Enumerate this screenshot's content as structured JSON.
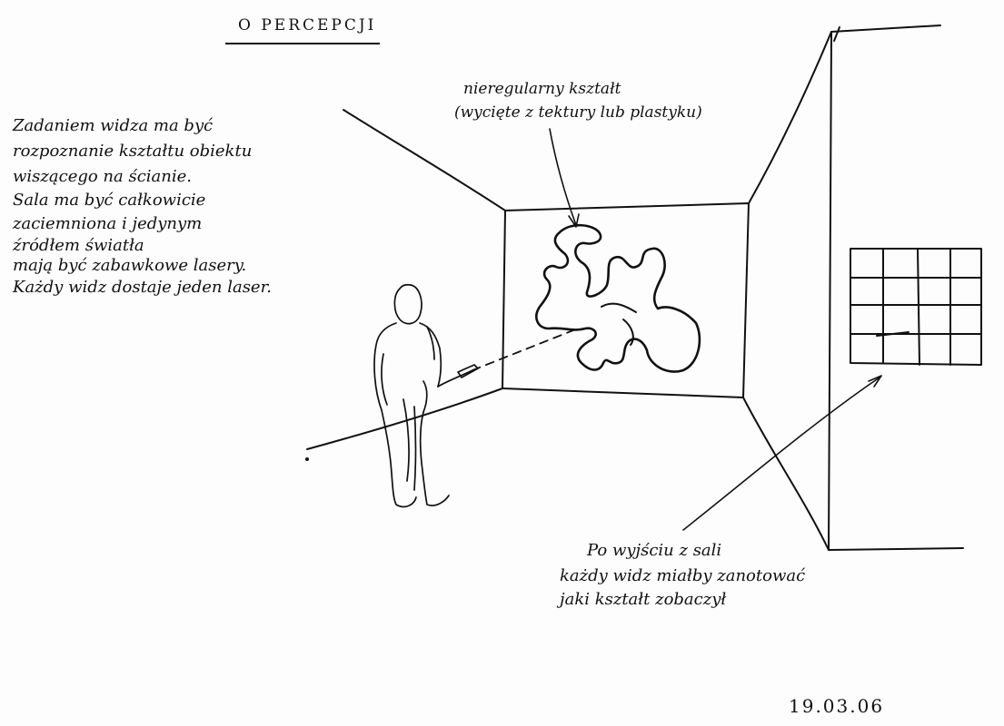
{
  "title": "O PERCEPCJI",
  "description_lines": [
    "Zadaniem widza ma być",
    "rozpoznanie kształtu obiektu",
    "wiszącego na ścianie.",
    "Sala ma być całkowicie",
    "zaciemniona i jedynym",
    "źródłem światła",
    "mają być zabawkowe lasery.",
    "Każdy widz dostaje jeden laser."
  ],
  "shape_label": [
    "nieregularny kształt",
    "(wycięte z tektury lub plastyku)"
  ],
  "exit_note": [
    "Po wyjściu z sali",
    "każdy widz miałby zanotować",
    "jaki kształt zobaczył"
  ],
  "date": "19.03.06"
}
